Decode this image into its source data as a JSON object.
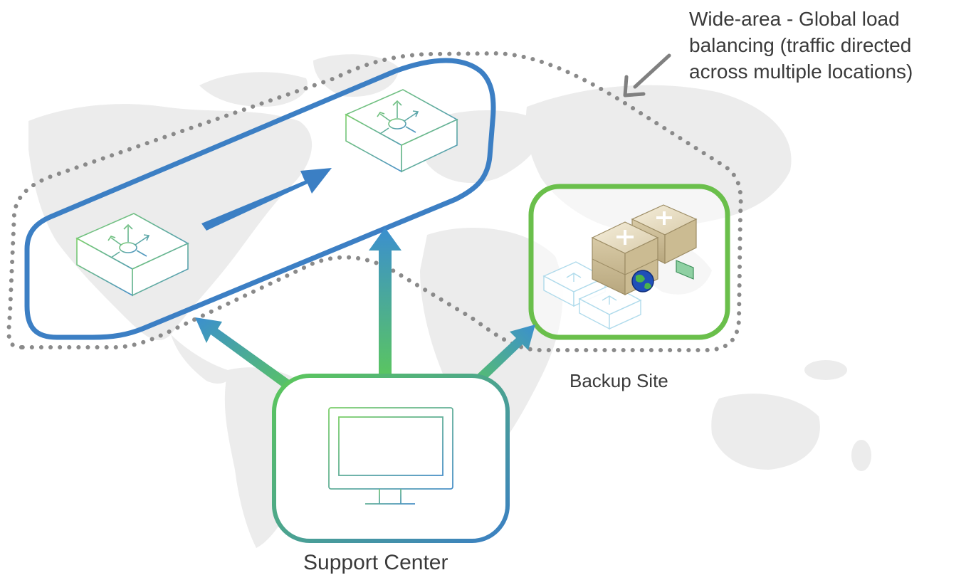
{
  "annotation": {
    "lines": [
      "Wide-area - Global load",
      "balancing (traffic directed",
      "across multiple locations)"
    ]
  },
  "labels": {
    "backup_site": "Backup Site",
    "support_center": "Support Center"
  },
  "icons": {
    "router_left": "load-balancer-switch-icon",
    "router_right": "load-balancer-switch-icon",
    "server_stack": "server-stack-icon",
    "globe": "globe-icon",
    "monitor": "monitor-icon",
    "small_switches": "load-balancer-switch-icon"
  },
  "colors": {
    "primary_region": "#3c7fc4",
    "backup_region": "#6abf4b",
    "support_box_start": "#5cc85a",
    "support_box_end": "#3b7fc4",
    "dotted_boundary": "#8a8a8a",
    "map_land": "#ececec",
    "text": "#3a3a3a"
  }
}
